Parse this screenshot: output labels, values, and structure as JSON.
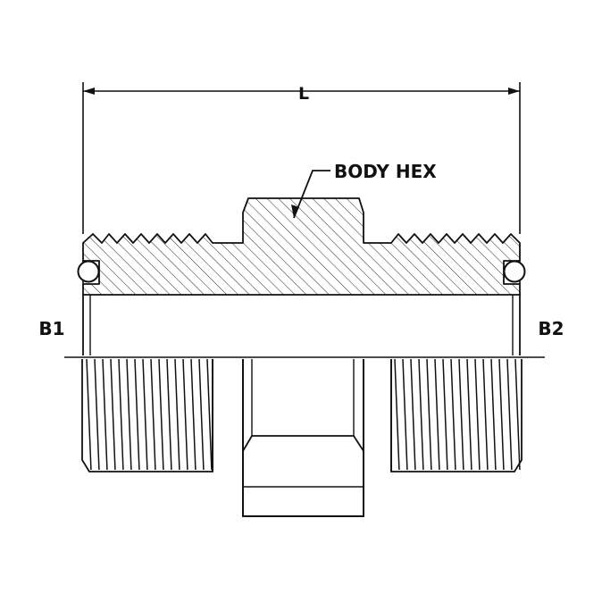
{
  "labels": {
    "length": "L",
    "body_hex": "BODY HEX",
    "port_left": "B1",
    "port_right": "B2"
  },
  "colors": {
    "ink": "#111111",
    "background": "#ffffff"
  }
}
